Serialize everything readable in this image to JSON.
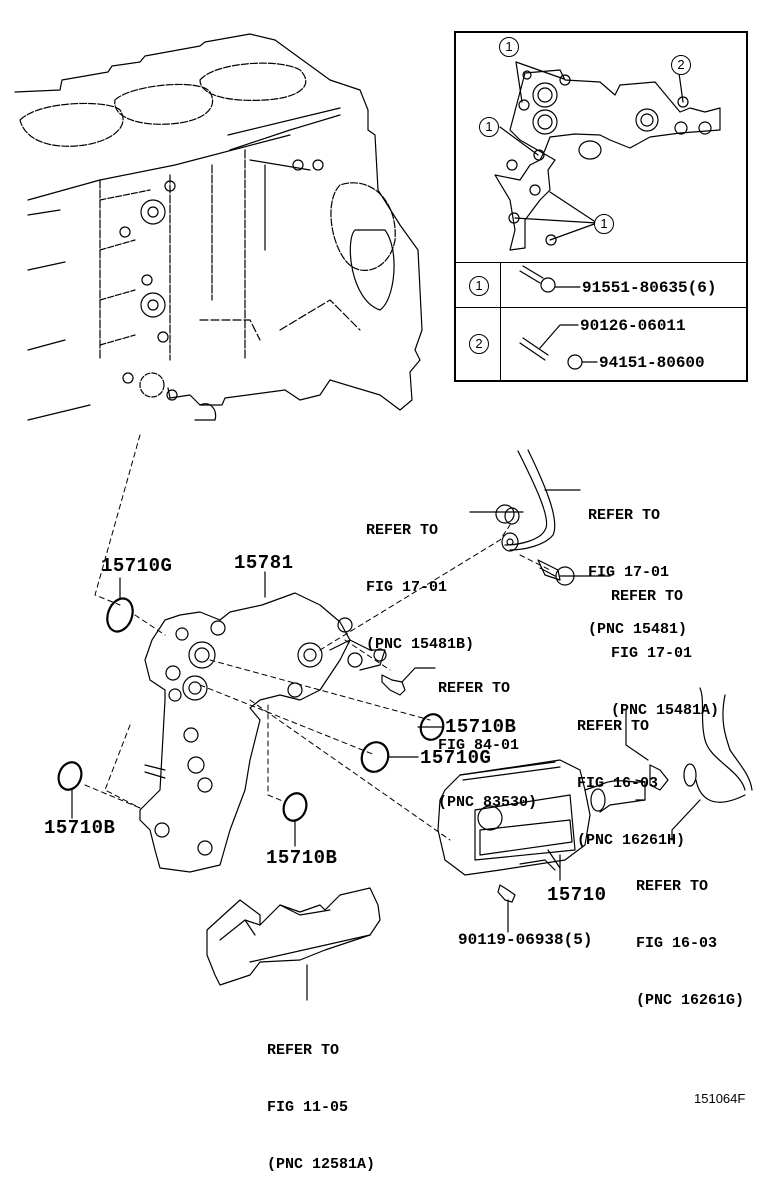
{
  "diagram": {
    "figure_id": "151064F",
    "parts": {
      "oil_cooler_bracket": "15781",
      "oil_cooler": "15710",
      "oring_g_top": "15710G",
      "oring_g_mid": "15710G",
      "oring_b_right": "15710B",
      "oring_b_left": "15710B",
      "oring_b_bottom": "15710B",
      "cooler_bolt": "90119-06938(5)"
    },
    "references": {
      "union_bolt_gasket": [
        "REFER TO",
        "FIG 17-01",
        "(PNC 15481B)"
      ],
      "oil_pipe": [
        "REFER TO",
        "FIG 17-01",
        "(PNC 15481)"
      ],
      "union_bolt": [
        "REFER TO",
        "FIG 17-01",
        "(PNC 15481A)"
      ],
      "oil_pressure_switch": [
        "REFER TO",
        "FIG 84-01",
        "(PNC 83530)"
      ],
      "hose_clamp": [
        "REFER TO",
        "FIG 16-03",
        "(PNC 16261H)"
      ],
      "water_hose": [
        "REFER TO",
        "FIG 16-03",
        "(PNC 16261G)"
      ],
      "oil_pan_baffle": [
        "REFER TO",
        "FIG 11-05",
        "(PNC 12581A)"
      ]
    },
    "inset": {
      "callouts": [
        "1",
        "1",
        "1",
        "2"
      ],
      "table": [
        {
          "key": "1",
          "parts": [
            "91551-80635(6)"
          ]
        },
        {
          "key": "2",
          "parts": [
            "90126-06011",
            "94151-80600"
          ]
        }
      ]
    }
  }
}
